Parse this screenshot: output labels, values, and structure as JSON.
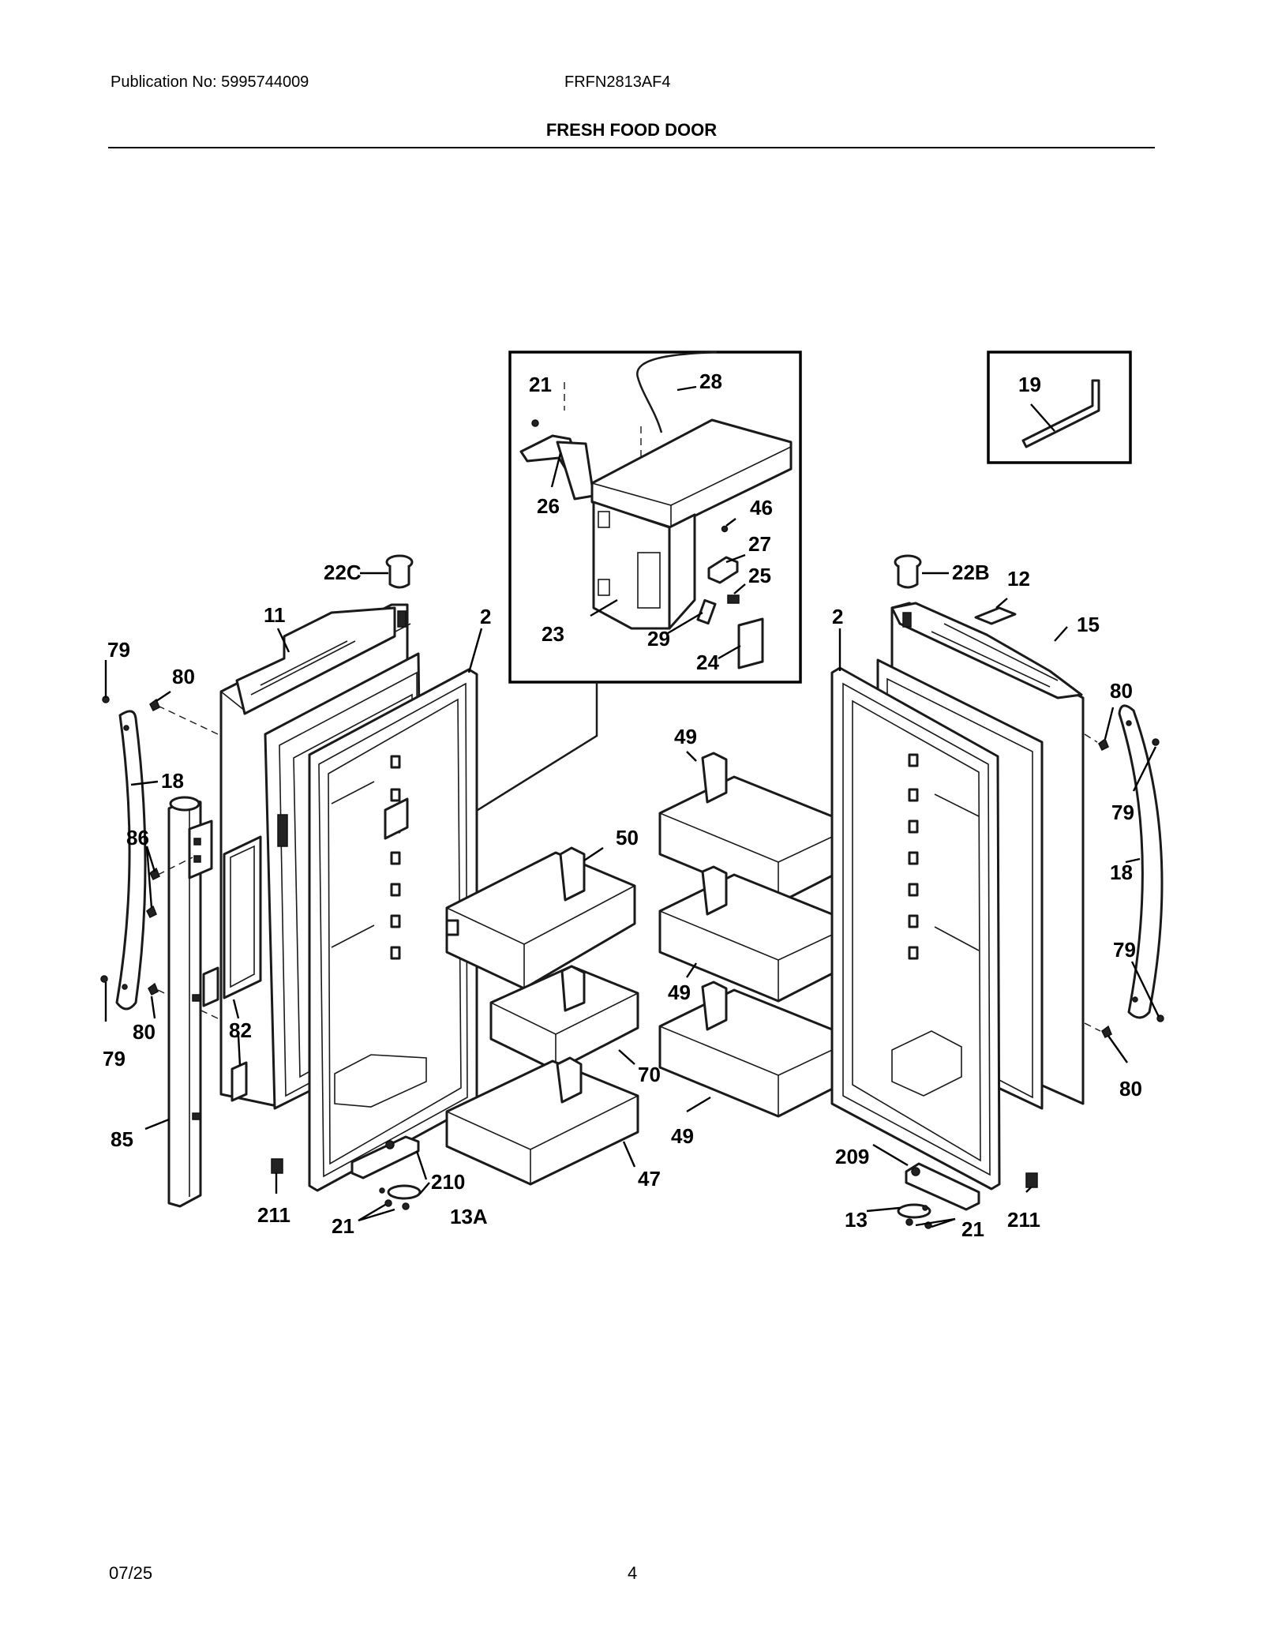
{
  "header": {
    "publication": "Publication No: 5995744009",
    "model": "FRFN2813AF4",
    "section_title": "FRESH FOOD DOOR"
  },
  "footer": {
    "date": "07/25",
    "page_number": "4"
  },
  "part_labels": {
    "p21_inset": "21",
    "p28": "28",
    "p26": "26",
    "p46": "46",
    "p27": "27",
    "p25": "25",
    "p23": "23",
    "p29": "29",
    "p24": "24",
    "p19": "19",
    "p22C": "22C",
    "p22B": "22B",
    "p12": "12",
    "p11": "11",
    "p2_left": "2",
    "p2_right": "2",
    "p15": "15",
    "p79_l1": "79",
    "p80_l1": "80",
    "p18_l": "18",
    "p86": "86",
    "p79_l2": "79",
    "p80_l2": "80",
    "p82": "82",
    "p85": "85",
    "p211_l": "211",
    "p21_l": "21",
    "p13A": "13A",
    "p210": "210",
    "p50": "50",
    "p70": "70",
    "p47": "47",
    "p49_a": "49",
    "p49_b": "49",
    "p49_c": "49",
    "p80_r1": "80",
    "p79_r1": "79",
    "p18_r": "18",
    "p79_r2": "79",
    "p80_r2": "80",
    "p209": "209",
    "p13": "13",
    "p21_r": "21",
    "p211_r": "211"
  }
}
